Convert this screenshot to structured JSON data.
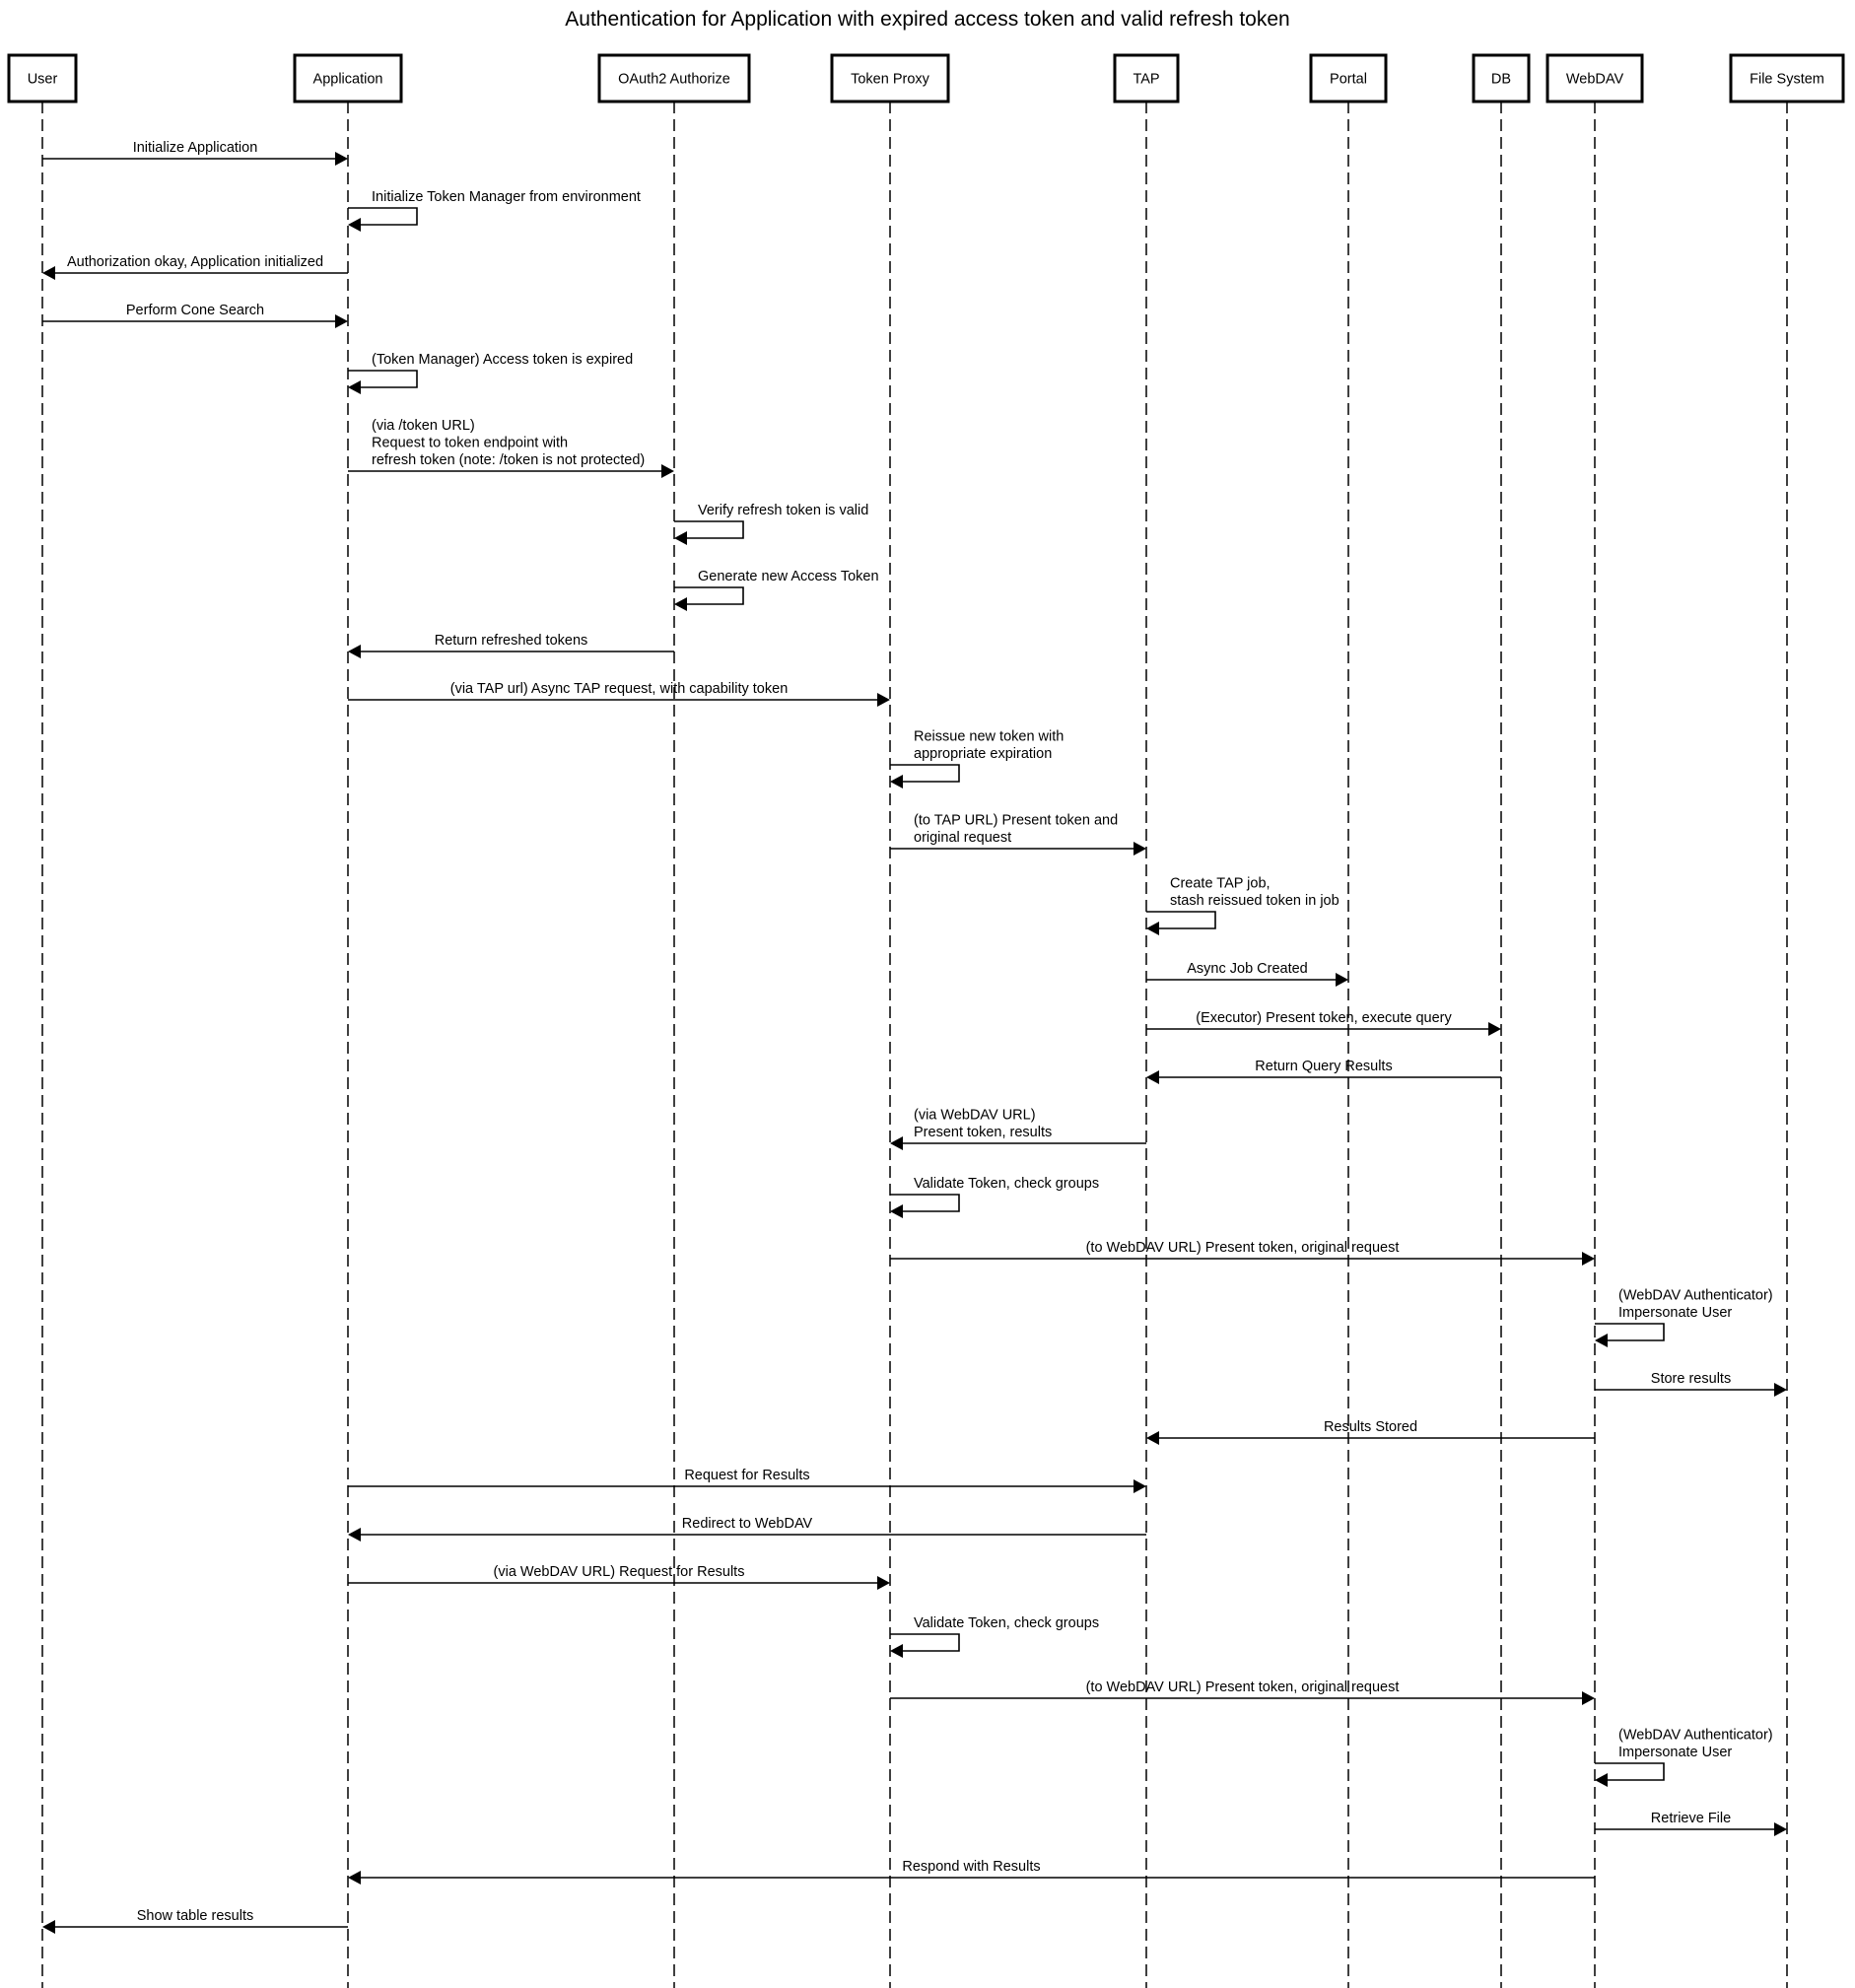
{
  "title": "Authentication for Application with expired access token and valid refresh token",
  "actors": [
    {
      "id": "user",
      "label": "User"
    },
    {
      "id": "application",
      "label": "Application"
    },
    {
      "id": "oauth2",
      "label": "OAuth2 Authorize"
    },
    {
      "id": "token-proxy",
      "label": "Token Proxy"
    },
    {
      "id": "tap",
      "label": "TAP"
    },
    {
      "id": "portal",
      "label": "Portal"
    },
    {
      "id": "db",
      "label": "DB"
    },
    {
      "id": "webdav",
      "label": "WebDAV"
    },
    {
      "id": "file-system",
      "label": "File System"
    }
  ],
  "messages": [
    {
      "from": "user",
      "to": "application",
      "lines": [
        "Initialize Application"
      ]
    },
    {
      "from": "application",
      "to": "application",
      "lines": [
        "Initialize Token Manager from environment"
      ]
    },
    {
      "from": "application",
      "to": "user",
      "lines": [
        "Authorization okay, Application initialized"
      ]
    },
    {
      "from": "user",
      "to": "application",
      "lines": [
        "Perform Cone Search"
      ]
    },
    {
      "from": "application",
      "to": "application",
      "lines": [
        "(Token Manager) Access token is expired"
      ]
    },
    {
      "from": "application",
      "to": "oauth2",
      "lines": [
        "(via /token URL)",
        "Request to token endpoint with",
        "refresh token (note: /token is not protected)"
      ]
    },
    {
      "from": "oauth2",
      "to": "oauth2",
      "lines": [
        "Verify refresh token is valid"
      ]
    },
    {
      "from": "oauth2",
      "to": "oauth2",
      "lines": [
        "Generate new Access Token"
      ]
    },
    {
      "from": "oauth2",
      "to": "application",
      "lines": [
        "Return refreshed tokens"
      ]
    },
    {
      "from": "application",
      "to": "token-proxy",
      "lines": [
        "(via TAP url) Async TAP request, with capability token"
      ]
    },
    {
      "from": "token-proxy",
      "to": "token-proxy",
      "lines": [
        "Reissue new token with",
        "appropriate expiration"
      ]
    },
    {
      "from": "token-proxy",
      "to": "tap",
      "lines": [
        "(to TAP URL) Present token and",
        "original request"
      ]
    },
    {
      "from": "tap",
      "to": "tap",
      "lines": [
        "Create TAP job,",
        "stash reissued token in job"
      ]
    },
    {
      "from": "tap",
      "to": "portal",
      "lines": [
        "Async Job Created"
      ]
    },
    {
      "from": "tap",
      "to": "db",
      "lines": [
        "(Executor) Present token, execute query"
      ]
    },
    {
      "from": "db",
      "to": "tap",
      "lines": [
        "Return Query Results"
      ]
    },
    {
      "from": "tap",
      "to": "token-proxy",
      "lines": [
        "(via WebDAV URL)",
        "Present token, results"
      ]
    },
    {
      "from": "token-proxy",
      "to": "token-proxy",
      "lines": [
        "Validate Token, check groups"
      ]
    },
    {
      "from": "token-proxy",
      "to": "webdav",
      "lines": [
        "(to WebDAV URL) Present token, original request"
      ]
    },
    {
      "from": "webdav",
      "to": "webdav",
      "lines": [
        "(WebDAV Authenticator)",
        "Impersonate User"
      ]
    },
    {
      "from": "webdav",
      "to": "file-system",
      "lines": [
        "Store results"
      ]
    },
    {
      "from": "webdav",
      "to": "tap",
      "lines": [
        "Results Stored"
      ]
    },
    {
      "from": "application",
      "to": "tap",
      "lines": [
        "Request for Results"
      ]
    },
    {
      "from": "tap",
      "to": "application",
      "lines": [
        "Redirect to WebDAV"
      ]
    },
    {
      "from": "application",
      "to": "token-proxy",
      "lines": [
        "(via WebDAV URL) Request for Results"
      ]
    },
    {
      "from": "token-proxy",
      "to": "token-proxy",
      "lines": [
        "Validate Token, check groups"
      ]
    },
    {
      "from": "token-proxy",
      "to": "webdav",
      "lines": [
        "(to WebDAV URL) Present token, original request"
      ]
    },
    {
      "from": "webdav",
      "to": "webdav",
      "lines": [
        "(WebDAV Authenticator)",
        "Impersonate User"
      ]
    },
    {
      "from": "webdav",
      "to": "file-system",
      "lines": [
        "Retrieve File"
      ]
    },
    {
      "from": "webdav",
      "to": "application",
      "lines": [
        "Respond with Results"
      ]
    },
    {
      "from": "application",
      "to": "user",
      "lines": [
        "Show table results"
      ]
    }
  ]
}
